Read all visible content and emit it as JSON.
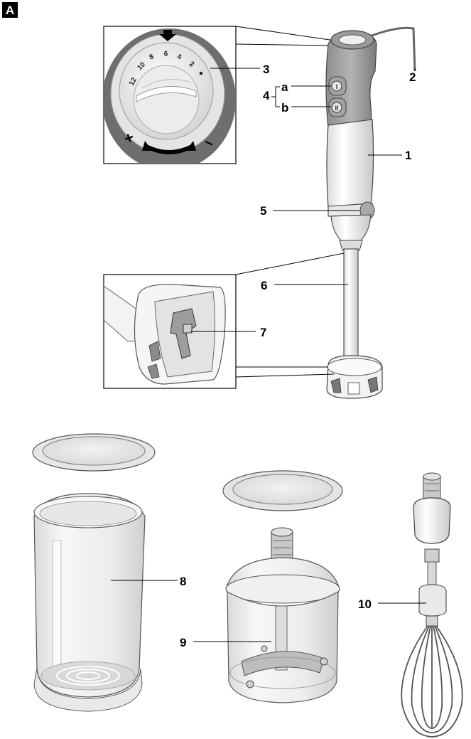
{
  "figure": {
    "tag": "A",
    "labels": {
      "l1": "1",
      "l2": "2",
      "l3": "3",
      "l4": "4",
      "la": "a",
      "lb": "b",
      "l5": "5",
      "l6": "6",
      "l7": "7",
      "l8": "8",
      "l9": "9",
      "l10": "10"
    },
    "dial": {
      "ticks": [
        "12",
        "10",
        "8",
        "6",
        "4",
        "2"
      ],
      "plus": "+",
      "minus": "–"
    }
  }
}
